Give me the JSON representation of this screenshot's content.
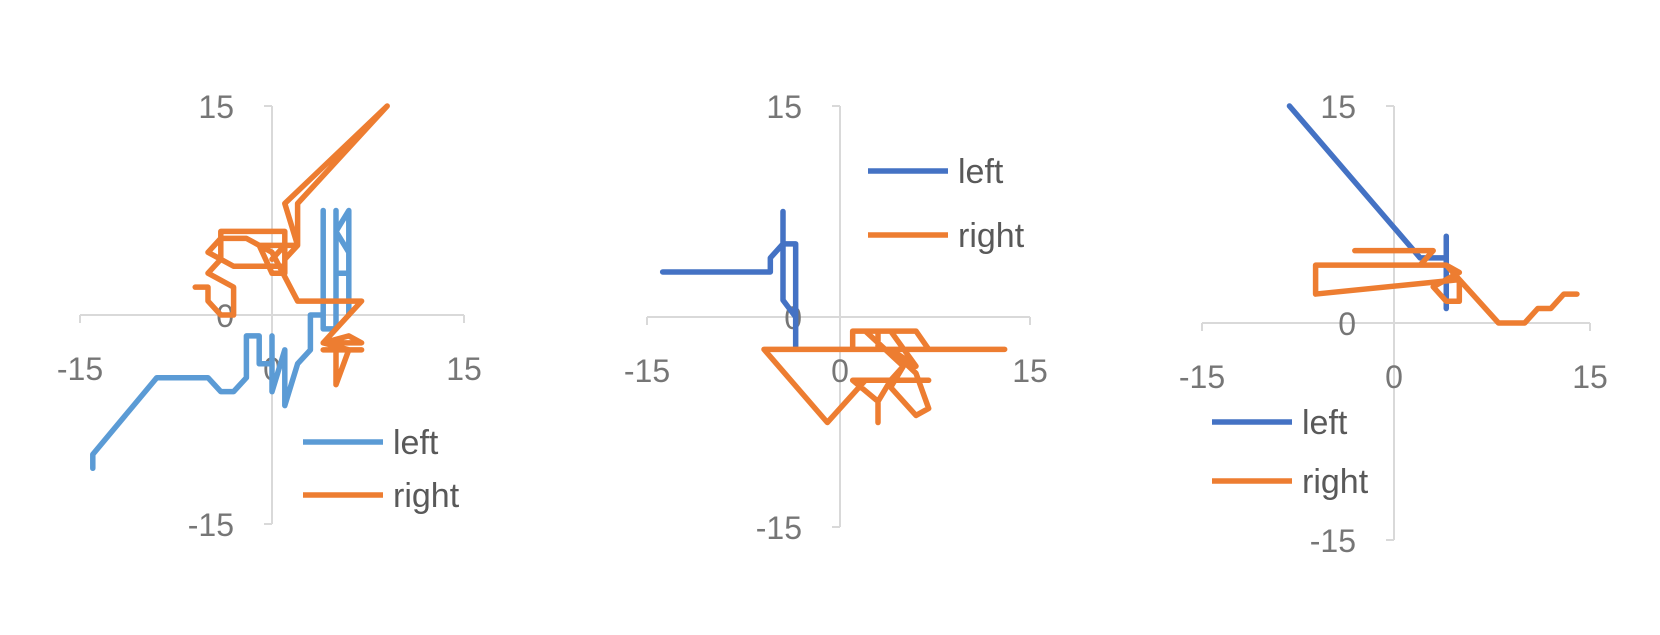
{
  "colors": {
    "axis": "#d9d9d9",
    "tick_text": "#767676",
    "legend_text": "#595959"
  },
  "chart_data": [
    {
      "type": "line",
      "title": "",
      "xlabel": "",
      "ylabel": "",
      "xlim": [
        -15,
        15
      ],
      "ylim": [
        -15,
        15
      ],
      "xticks": [
        "-15",
        "0",
        "15"
      ],
      "yticks": [
        "15",
        "0",
        "-15"
      ],
      "grid": false,
      "legend": {
        "placement": "bottom-right"
      },
      "series": [
        {
          "name": "left",
          "color": "#5b9bd5",
          "x": [
            -14,
            -14,
            -9,
            -5,
            -4,
            -3,
            -2,
            -2,
            -1,
            -1,
            0,
            0,
            0,
            1,
            1,
            2,
            3,
            3,
            4,
            4,
            4,
            5,
            5,
            5,
            5,
            6,
            6,
            5,
            6,
            6
          ],
          "y": [
            -11,
            -10,
            -4.5,
            -4.5,
            -5.5,
            -5.5,
            -4.5,
            -1.5,
            -1.5,
            -3.5,
            -3.5,
            -1.5,
            -5.5,
            -2.5,
            -6.5,
            -3.5,
            -2.5,
            0,
            0,
            7.5,
            -1,
            -1,
            7.5,
            6,
            3,
            3,
            4.5,
            6,
            7.5,
            0
          ]
        },
        {
          "name": "right",
          "color": "#ed7d31",
          "x": [
            -6,
            -5,
            -5,
            -4,
            -3,
            -3,
            -5,
            -4,
            -4,
            -3,
            1,
            1,
            0,
            1,
            1,
            0,
            -1,
            2,
            1,
            9,
            2,
            2,
            1,
            1,
            -3,
            -5,
            -4,
            -2,
            0,
            2,
            7,
            4,
            6,
            7,
            4,
            6,
            5,
            5,
            7,
            4
          ],
          "y": [
            2,
            2,
            1,
            0,
            0,
            2,
            3,
            4,
            6,
            6,
            6,
            5,
            4,
            5,
            3,
            3,
            5,
            5,
            8,
            15,
            8,
            5,
            4,
            3.5,
            3.5,
            4.5,
            5.5,
            5.5,
            4.5,
            1,
            1,
            -2,
            -1.5,
            -2,
            -2,
            -2.5,
            -5,
            -2.5,
            -2.5,
            -2.5
          ]
        }
      ]
    },
    {
      "type": "line",
      "title": "",
      "xlabel": "",
      "ylabel": "",
      "xlim": [
        -15,
        15
      ],
      "ylim": [
        -15,
        15
      ],
      "xticks": [
        "-15",
        "0",
        "15"
      ],
      "yticks": [
        "15",
        "0",
        "-15"
      ],
      "grid": false,
      "legend": {
        "placement": "top-right"
      },
      "series": [
        {
          "name": "left",
          "color": "#4472c4",
          "x": [
            -14,
            -5,
            -5,
            -4,
            -4,
            -4,
            -4,
            -3,
            -4,
            -4,
            -4,
            -3,
            -3,
            -3,
            -3,
            -4,
            -4,
            -5
          ],
          "y": [
            3,
            3,
            4,
            5,
            7.5,
            5,
            1,
            0,
            1,
            3,
            5,
            5,
            3,
            0,
            -2,
            -2,
            3,
            3
          ],
          "mode": "custom",
          "points": [
            [
              -14,
              3.2
            ],
            [
              -5.5,
              3.2
            ],
            [
              -5.5,
              4.2
            ],
            [
              -4.5,
              5.2
            ],
            [
              -4.5,
              7.5
            ],
            [
              -4.5,
              5.2
            ],
            [
              -4.5,
              1.2
            ],
            [
              -3.5,
              0
            ],
            [
              -4.5,
              1.2
            ],
            [
              -4.5,
              4.5
            ],
            [
              -4.5,
              5.2
            ],
            [
              -3.5,
              5.2
            ],
            [
              -3.5,
              3.5
            ],
            [
              -3.5,
              0
            ],
            [
              -3.5,
              -2.2
            ]
          ]
        },
        {
          "name": "right",
          "color": "#ed7d31",
          "points": [
            [
              -6,
              -2.3
            ],
            [
              13,
              -2.3
            ],
            [
              -6,
              -2.3
            ],
            [
              -1,
              -7.5
            ],
            [
              2,
              -4.5
            ],
            [
              1,
              -4.5
            ],
            [
              7,
              -4.5
            ],
            [
              1,
              -4.5
            ],
            [
              3,
              -6
            ],
            [
              3,
              -7.5
            ],
            [
              3,
              -6
            ],
            [
              4,
              -4.5
            ],
            [
              5,
              -3.5
            ],
            [
              2,
              -1
            ],
            [
              1,
              -1
            ],
            [
              1,
              -2.3
            ],
            [
              1,
              -1
            ],
            [
              3,
              -1
            ],
            [
              3,
              -2.3
            ],
            [
              3,
              -1
            ],
            [
              6,
              -1
            ],
            [
              7,
              -2.3
            ],
            [
              6,
              -1
            ],
            [
              4,
              -1
            ],
            [
              6,
              -3.5
            ],
            [
              4,
              -2.3
            ],
            [
              3,
              -2.3
            ],
            [
              4,
              -2.3
            ],
            [
              6,
              -4
            ],
            [
              7,
              -6.5
            ],
            [
              6,
              -7
            ],
            [
              4,
              -5
            ],
            [
              5,
              -3.5
            ]
          ]
        }
      ]
    },
    {
      "type": "line",
      "title": "",
      "xlabel": "",
      "ylabel": "",
      "xlim": [
        -15,
        15
      ],
      "ylim": [
        -15,
        15
      ],
      "xticks": [
        "-15",
        "0",
        "15"
      ],
      "yticks": [
        "15",
        "0",
        "-15"
      ],
      "grid": false,
      "legend": {
        "placement": "bottom-left"
      },
      "series": [
        {
          "name": "left",
          "color": "#4472c4",
          "points": [
            [
              -8,
              15
            ],
            [
              2,
              4.5
            ],
            [
              3,
              4.5
            ],
            [
              4,
              4.5
            ],
            [
              4,
              6
            ],
            [
              4,
              1
            ]
          ]
        },
        {
          "name": "right",
          "color": "#ed7d31",
          "points": [
            [
              -3,
              5
            ],
            [
              3,
              5
            ],
            [
              2,
              4
            ],
            [
              4,
              4
            ],
            [
              5,
              3.5
            ],
            [
              3,
              2.5
            ],
            [
              4,
              1.5
            ],
            [
              5,
              1.5
            ],
            [
              5,
              3
            ],
            [
              -6,
              2
            ],
            [
              -6,
              4
            ],
            [
              4,
              4
            ],
            [
              8,
              0
            ],
            [
              10,
              0
            ],
            [
              11,
              1
            ],
            [
              12,
              1
            ],
            [
              13,
              2
            ],
            [
              14,
              2
            ]
          ]
        }
      ]
    }
  ]
}
